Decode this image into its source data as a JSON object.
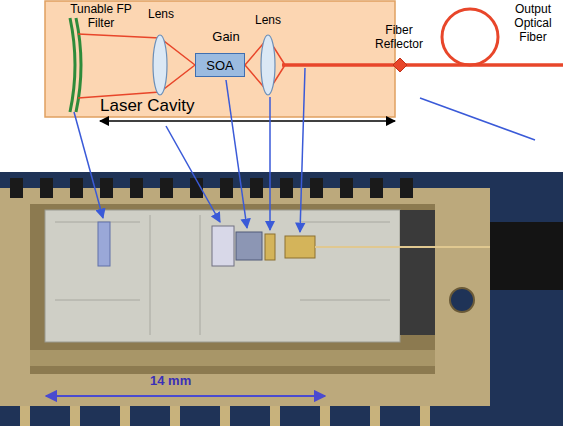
{
  "diagram": {
    "nodes": [
      {
        "text": [
          "SOA"
        ]
      }
    ],
    "labels": [
      "Tunable FP Filter",
      "Lens",
      "Gain",
      "Lens",
      "Laser Cavity",
      "Fiber Reflector",
      "Output Optical Fiber",
      "14 mm"
    ]
  }
}
